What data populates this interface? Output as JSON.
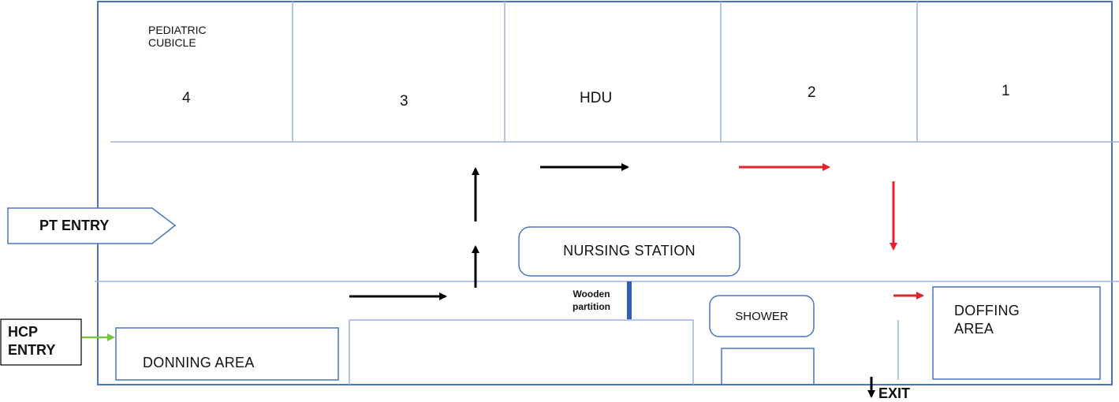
{
  "rooms": {
    "pediatric_cubicle": "PEDIATRIC\nCUBICLE",
    "bed_4": "4",
    "bed_3": "3",
    "hdu": "HDU",
    "bed_2": "2",
    "bed_1": "1"
  },
  "pt_entry": "PT ENTRY",
  "hcp_entry": "HCP\nENTRY",
  "nursing_station": "NURSING STATION",
  "wooden_partition": "Wooden\npartition",
  "shower": "SHOWER",
  "donning_area": "DONNING AREA",
  "doffing_area": "DOFFING\nAREA",
  "exit": "EXIT",
  "colors": {
    "wall": "#4a72c4",
    "wall_light": "#9db4e0",
    "clean_path": "#000000",
    "contaminated_path": "#e8222a",
    "hcp_path": "#7dc243",
    "partition": "#2f5fb3"
  }
}
